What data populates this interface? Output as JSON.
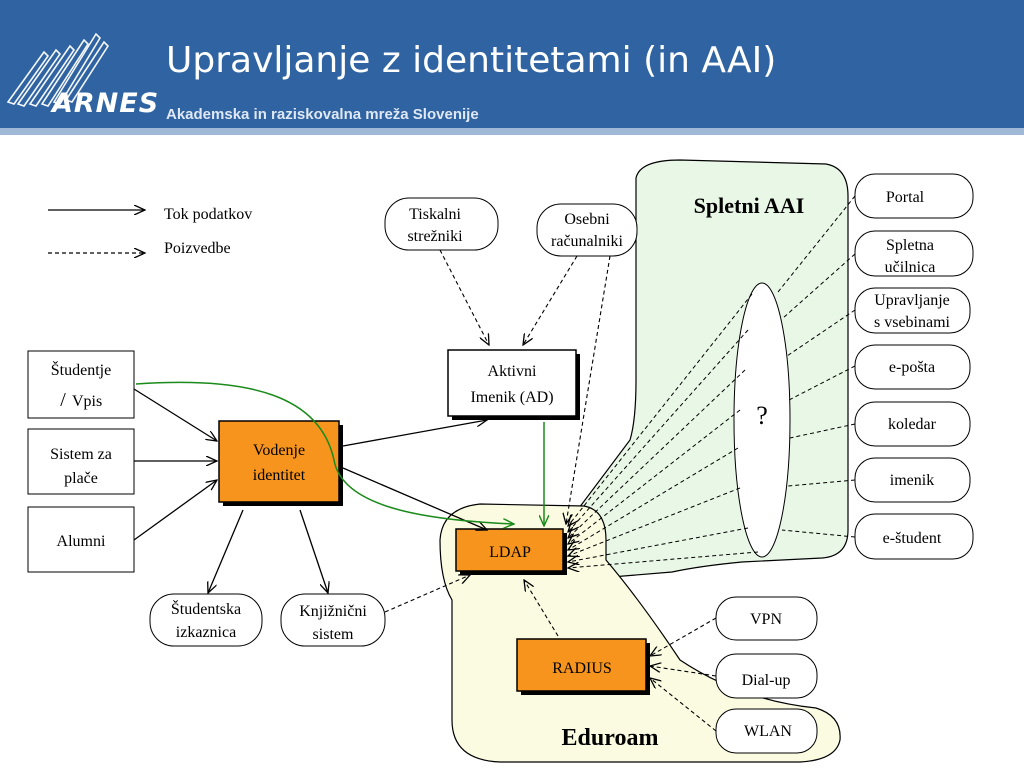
{
  "header": {
    "title": "Upravljanje z identitetami (in AAI)",
    "subtitle": "Akademska in raziskovalna mreža Slovenije",
    "logo_text": "ARNES"
  },
  "legend": {
    "data_flow": "Tok podatkov",
    "queries": "Poizvedbe"
  },
  "sources": {
    "students_line1": "Študentje",
    "students_slash": "/",
    "students_line2": "Vpis",
    "payroll_line1": "Sistem za",
    "payroll_line2": "plače",
    "alumni": "Alumni"
  },
  "center": {
    "identity_line1": "Vodenje",
    "identity_line2": "identitet",
    "ad_line1": "Aktivni",
    "ad_line2": "Imenik (AD)",
    "ldap": "LDAP",
    "radius": "RADIUS"
  },
  "clients": {
    "print_line1": "Tiskalni",
    "print_line2": "strežniki",
    "pc_line1": "Osebni",
    "pc_line2": "računalniki",
    "card_line1": "Študentska",
    "card_line2": "izkaznica",
    "library_line1": "Knjižnični",
    "library_line2": "sistem"
  },
  "web_aai": {
    "title": "Spletni AAI",
    "unknown": "?",
    "services": [
      {
        "line1": "Portal",
        "line2": ""
      },
      {
        "line1": "Spletna",
        "line2": "učilnica"
      },
      {
        "line1": "Upravljanje",
        "line2": "s vsebinami"
      },
      {
        "line1": "e-pošta",
        "line2": ""
      },
      {
        "line1": "koledar",
        "line2": ""
      },
      {
        "line1": "imenik",
        "line2": ""
      },
      {
        "line1": "e-študent",
        "line2": ""
      }
    ]
  },
  "eduroam": {
    "title": "Eduroam",
    "access": [
      "VPN",
      "Dial-up",
      "WLAN"
    ]
  },
  "colors": {
    "header_blue": "#2f63a1",
    "orange": "#f7941d",
    "web_aai_fill": "#e8f7e6",
    "eduroam_fill": "#fbfbe2",
    "green_arrow": "#1a8a1a"
  }
}
